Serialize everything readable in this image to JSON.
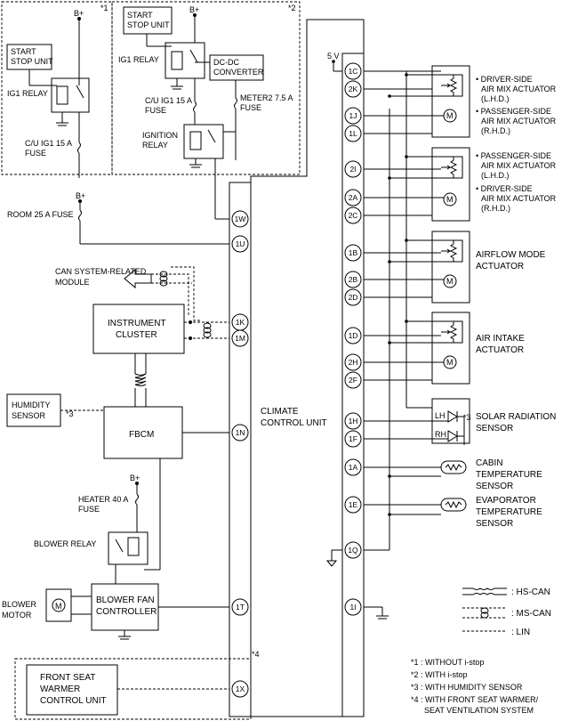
{
  "power": {
    "bplus": "B+",
    "five_v": "5 V"
  },
  "sections": {
    "s1": {
      "mark": "*1",
      "start_stop_unit": [
        "START",
        "STOP UNIT"
      ],
      "ig1_relay": "IG1 RELAY",
      "cu_ig1_fuse": [
        "C/U IG1 15 A",
        "FUSE"
      ]
    },
    "s2": {
      "mark": "*2",
      "start_stop_unit": [
        "START",
        "STOP UNIT"
      ],
      "ig1_relay": "IG1 RELAY",
      "dcdc": [
        "DC-DC",
        "CONVERTER"
      ],
      "meter2_fuse": [
        "METER2 7.5 A",
        "FUSE"
      ],
      "cu_ig1_fuse": [
        "C/U IG1 15 A",
        "FUSE"
      ],
      "ignition_relay": [
        "IGNITION",
        "RELAY"
      ]
    },
    "s4": {
      "mark": "*4"
    }
  },
  "left": {
    "room_fuse": "ROOM 25 A FUSE",
    "can_module": [
      "CAN SYSTEM-RELATED",
      "MODULE"
    ],
    "instrument_cluster": [
      "INSTRUMENT",
      "CLUSTER"
    ],
    "humidity_sensor": [
      "HUMIDITY",
      "SENSOR"
    ],
    "humidity_mark": "*3",
    "fbcm": "FBCM",
    "heater_fuse": [
      "HEATER 40 A",
      "FUSE"
    ],
    "blower_relay": "BLOWER RELAY",
    "blower_motor": [
      "BLOWER",
      "MOTOR"
    ],
    "motor_symbol": "M",
    "blower_fan_controller": [
      "BLOWER FAN",
      "CONTROLLER"
    ],
    "front_seat_warmer": [
      "FRONT SEAT",
      "WARMER",
      "CONTROL UNIT"
    ]
  },
  "ccu": {
    "label": [
      "CLIMATE",
      "CONTROL UNIT"
    ],
    "left_pins": [
      "1W",
      "1U",
      "1K",
      "1M",
      "1N",
      "1T",
      "1X"
    ],
    "right_pins": [
      "1C",
      "2K",
      "1J",
      "1L",
      "2I",
      "2A",
      "2C",
      "1B",
      "2B",
      "2D",
      "1D",
      "2H",
      "2F",
      "1H",
      "1F",
      "1A",
      "1E",
      "1Q",
      "1I"
    ]
  },
  "right": {
    "actuator1": [
      "• DRIVER-SIDE",
      "AIR MIX ACTUATOR",
      "(L.H.D.)",
      "• PASSENGER-SIDE",
      "AIR MIX ACTUATOR",
      "(R.H.D.)"
    ],
    "actuator2": [
      "• PASSENGER-SIDE",
      "AIR MIX ACTUATOR",
      "(L.H.D.)",
      "• DRIVER-SIDE",
      "AIR MIX ACTUATOR",
      "(R.H.D.)"
    ],
    "airflow": [
      "AIRFLOW MODE",
      "ACTUATOR"
    ],
    "air_intake": [
      "AIR INTAKE",
      "ACTUATOR"
    ],
    "solar": [
      "SOLAR RADIATION",
      "SENSOR"
    ],
    "solar_lh": "LH",
    "solar_rh": "RH",
    "solar_mark": "*3",
    "cabin": [
      "CABIN",
      "TEMPERATURE",
      "SENSOR"
    ],
    "evaporator": [
      "EVAPORATOR",
      "TEMPERATURE",
      "SENSOR"
    ],
    "motor_symbol": "M"
  },
  "legend": {
    "hs_can": ": HS-CAN",
    "ms_can": ": MS-CAN",
    "lin": ": LIN"
  },
  "notes": [
    "*1 : WITHOUT i-stop",
    "*2 : WITH i-stop",
    "*3 : WITH HUMIDITY SENSOR",
    "*4 : WITH FRONT SEAT WARMER/",
    "SEAT VENTILATION SYSTEM"
  ]
}
